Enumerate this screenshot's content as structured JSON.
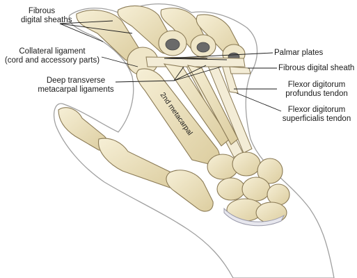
{
  "labels": {
    "fibrous_digital_sheaths": [
      "Fibrous",
      "digital sheaths"
    ],
    "collateral_ligament": [
      "Collateral ligament",
      "(cord and accessory parts)"
    ],
    "deep_transverse_metacarpal_ligaments": [
      "Deep transverse",
      "metacarpal ligaments"
    ],
    "palmar_plates": [
      "Palmar plates"
    ],
    "fibrous_digital_sheath": [
      "Fibrous digital sheath"
    ],
    "flexor_digitorum_profundus_tendon": [
      "Flexor digitorum",
      "profundus  tendon"
    ],
    "flexor_digitorum_superficialis_tendon": [
      "Flexor digitorum",
      "superficialis tendon"
    ],
    "second_metacarpal": "2nd metacarpal"
  },
  "colors": {
    "bone_fill": "#efe6c8",
    "bone_shadow": "#d8c9a0",
    "bone_outline": "#8a7a55",
    "skin_outline": "#9a9a9a",
    "tendon_fill": "#f3ecd6",
    "leader_line": "#1a1a1a"
  }
}
